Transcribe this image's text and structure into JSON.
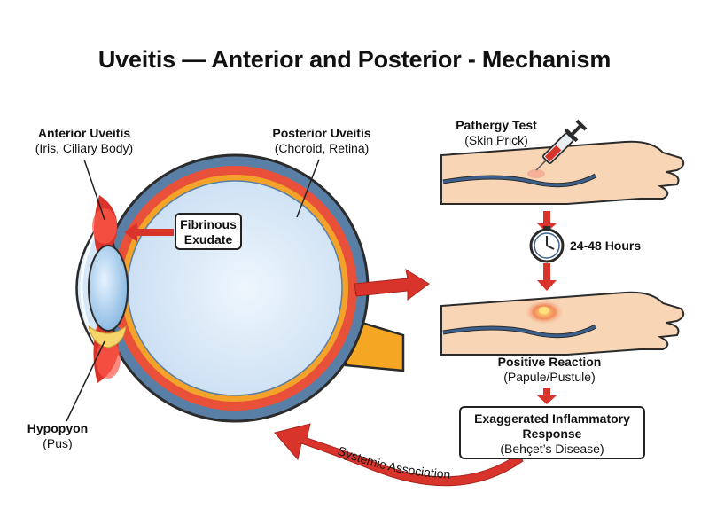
{
  "title": "Uveitis — Anterior and Posterior - Mechanism",
  "labels": {
    "anterior": {
      "title": "Anterior Uveitis",
      "sub": "(Iris, Ciliary Body)"
    },
    "posterior": {
      "title": "Posterior Uveitis",
      "sub": "(Choroid, Retina)"
    },
    "fibrinous": {
      "line1": "Fibrinous",
      "line2": "Exudate"
    },
    "hypopyon": {
      "title": "Hypopyon",
      "sub": "(Pus)"
    },
    "pathergy": {
      "title": "Pathergy Test",
      "sub": "(Skin Prick)"
    },
    "hours": "24-48 Hours",
    "positive": {
      "title": "Positive Reaction",
      "sub": "(Papule/Pustule)"
    },
    "response": {
      "line1": "Exaggerated Inflammatory",
      "line2": "Response",
      "sub": "(Behçet’s Disease)"
    },
    "systemic": "Systemic Association"
  },
  "colors": {
    "inflammation": "#d9342b",
    "sclera": "#5a7fa6",
    "choroid": "#e8503a",
    "retina": "#f3a22a",
    "vitreous": "#dcebf8",
    "skin": "#f7d5b5",
    "vein": "#3d5f8c"
  }
}
